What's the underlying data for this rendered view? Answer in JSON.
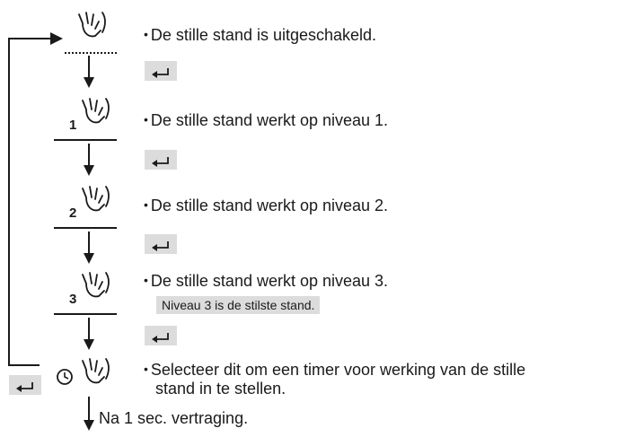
{
  "steps": [
    {
      "number": "",
      "text": "De stille stand is uitgeschakeld.",
      "divider": "dotted"
    },
    {
      "number": "1",
      "text": "De stille stand werkt op niveau 1.",
      "divider": "solid"
    },
    {
      "number": "2",
      "text": "De stille stand werkt op niveau 2.",
      "divider": "solid"
    },
    {
      "number": "3",
      "text": "De stille stand werkt op niveau 3.",
      "divider": "solid",
      "note": "Niveau 3 is de stilste stand."
    },
    {
      "text_line1": "Selecteer dit om een timer voor werking van de stille",
      "text_line2": "stand in te stellen."
    }
  ],
  "footer": {
    "text": "Na 1 sec. vertraging."
  },
  "icons": {
    "hand": "quiet-hand-icon",
    "timer": "clock-icon",
    "enter": "enter-key-icon",
    "arrow": "down-arrow-icon"
  },
  "colors": {
    "ink": "#1a1a1a",
    "key_bg": "#dcdcdc"
  }
}
